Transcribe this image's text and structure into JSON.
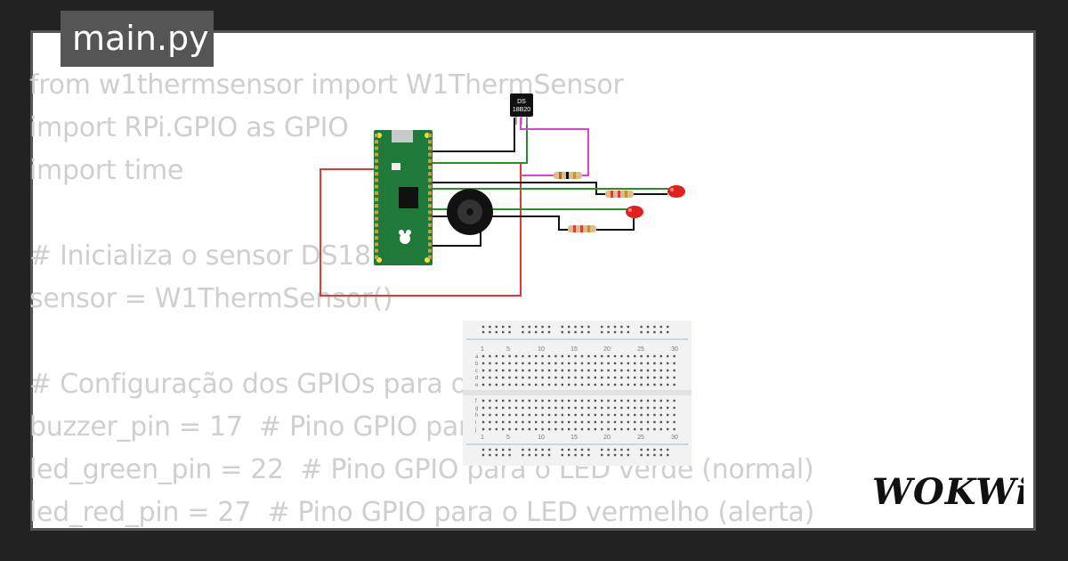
{
  "file_tab": {
    "name": "main.py"
  },
  "code_lines": [
    "from w1thermsensor import W1ThermSensor",
    "import RPi.GPIO as GPIO",
    "import time",
    "",
    "# Inicializa o sensor DS18B20",
    "sensor = W1ThermSensor()",
    "",
    "# Configuração dos GPIOs para o buzzer e LEDs",
    "buzzer_pin = 17  # Pino GPIO para o buzzer",
    "led_green_pin = 22  # Pino GPIO para o LED verde (normal)",
    "led_red_pin = 27  # Pino GPIO para o LED vermelho (alerta)"
  ],
  "sensor_label": {
    "line1": "DS",
    "line2": "18B20"
  },
  "breadboard": {
    "column_numbers": [
      "1",
      "5",
      "10",
      "15",
      "20",
      "25",
      "30"
    ],
    "row_letters_top": [
      "a",
      "b",
      "c",
      "d",
      "e"
    ],
    "row_letters_bottom": [
      "f",
      "g",
      "h",
      "i",
      "j"
    ]
  },
  "brand": {
    "logo_text": "WOKWi"
  },
  "colors": {
    "background": "#222222",
    "card": "#ffffff",
    "tab": "#555555",
    "code_text": "#cfcfcf",
    "pico_board": "#1f7a3a",
    "wire_red": "#e53935",
    "wire_green": "#2e8b2e",
    "wire_magenta": "#e040d0",
    "led_red": "#e32020"
  }
}
